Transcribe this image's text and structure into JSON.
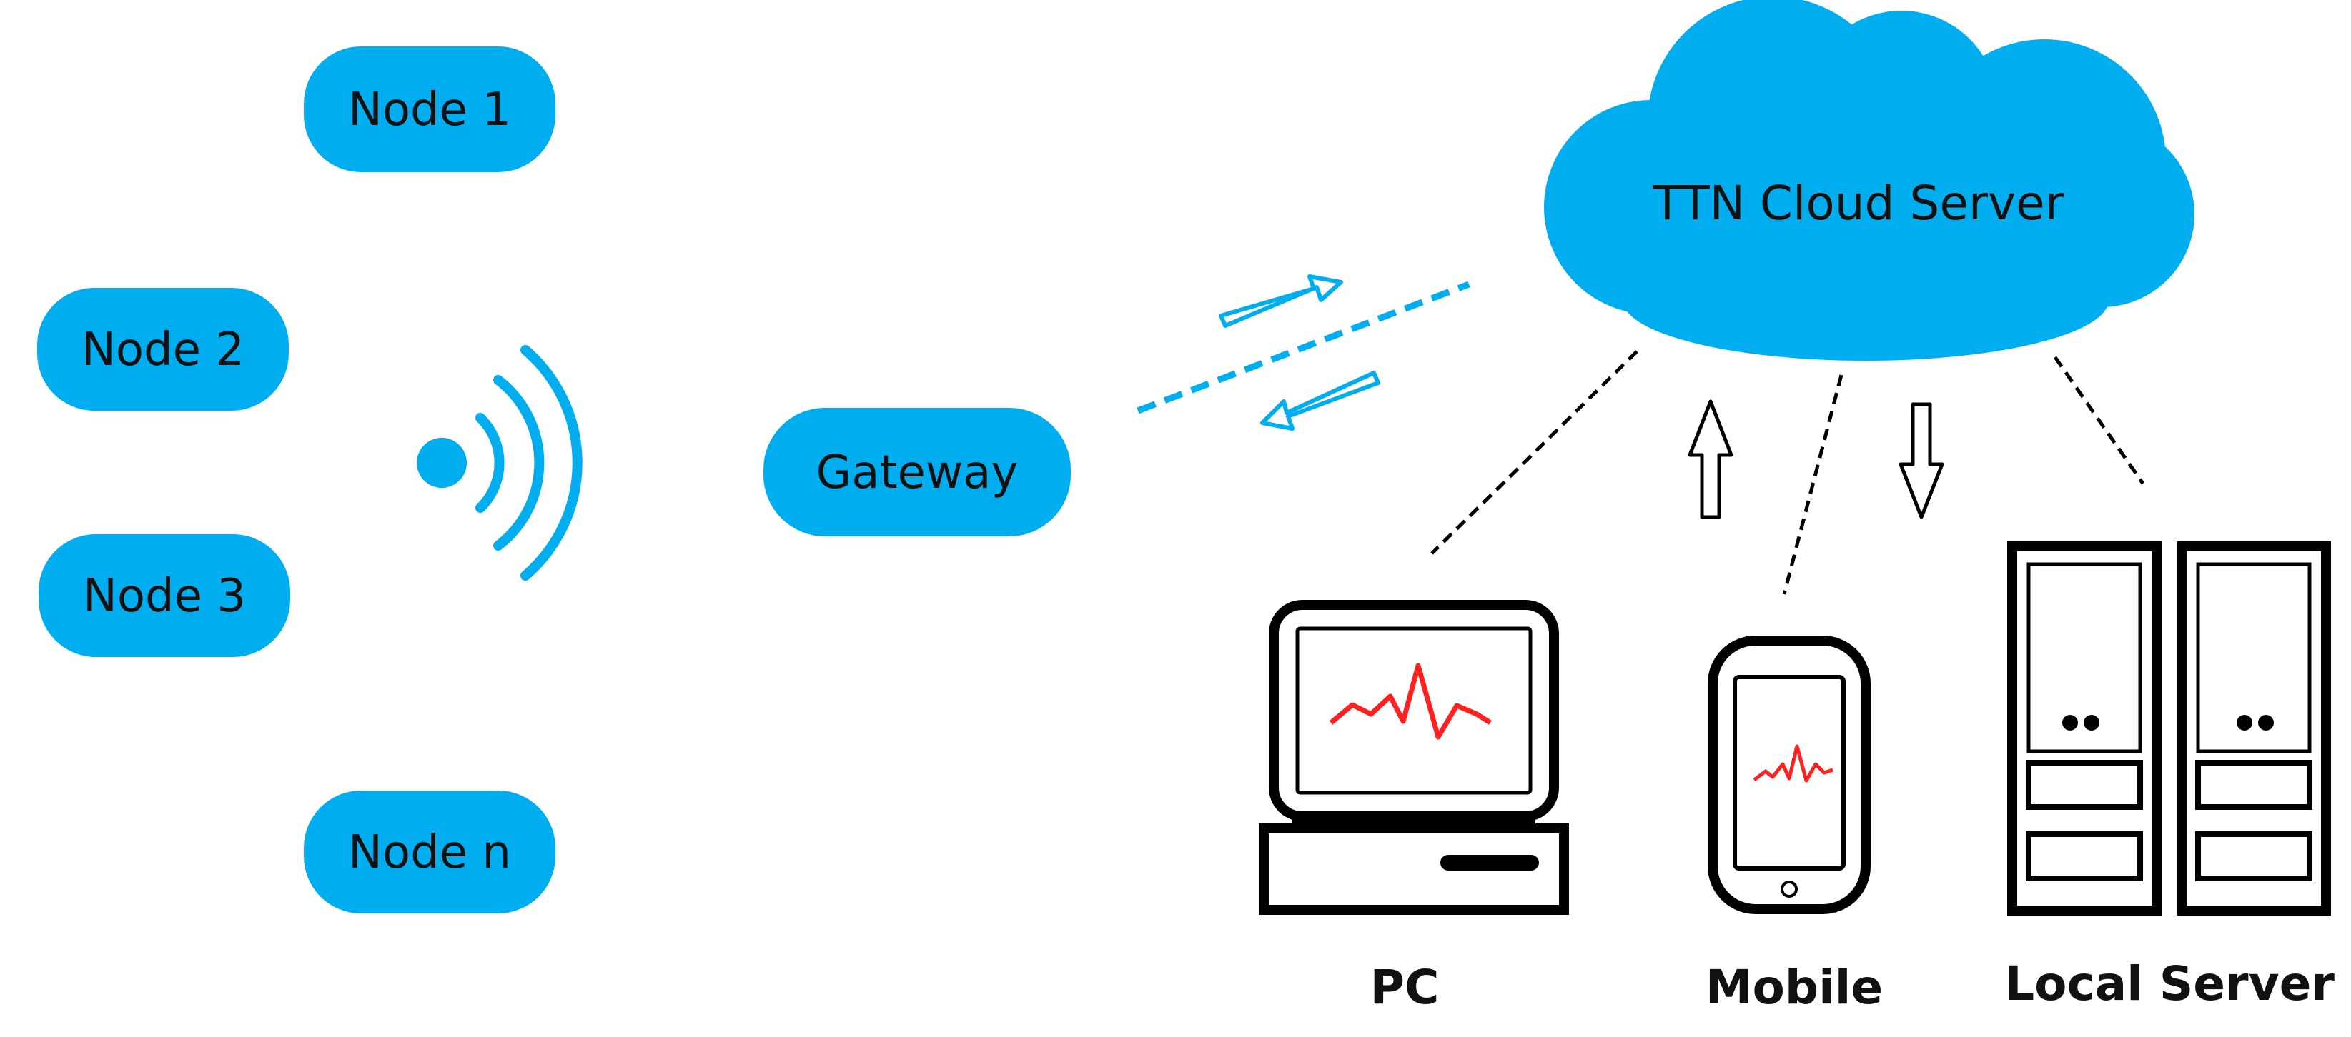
{
  "nodes": [
    {
      "label": "Node 1"
    },
    {
      "label": "Node 2"
    },
    {
      "label": "Node 3"
    },
    {
      "label": "Node n"
    }
  ],
  "gateway": {
    "label": "Gateway"
  },
  "cloud": {
    "label": "TTN Cloud Server"
  },
  "devices": {
    "pc": {
      "label": "PC"
    },
    "mobile": {
      "label": "Mobile"
    },
    "local_server": {
      "label": "Local Server"
    }
  },
  "icons": [
    "wireless-signal-icon",
    "cloud-icon",
    "pc-icon",
    "mobile-phone-icon",
    "server-icon",
    "arrow-up-icon",
    "arrow-down-icon"
  ],
  "colors": {
    "accent_blue": "#00aeef",
    "outline_black": "#000000",
    "waveform_red": "#ff2020",
    "text": "#111111"
  }
}
